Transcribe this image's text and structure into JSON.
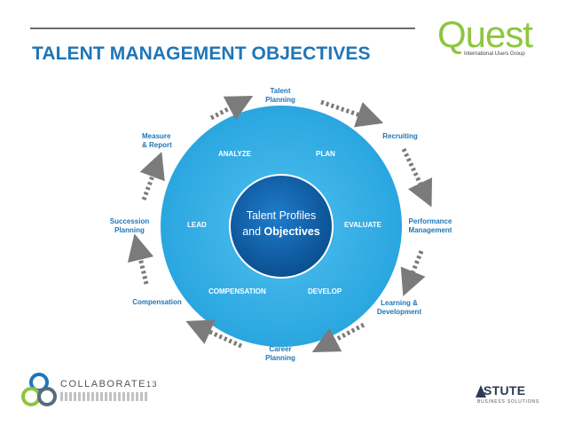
{
  "title": "TALENT MANAGEMENT OBJECTIVES",
  "logos": {
    "quest": {
      "name": "Quest",
      "tagline": "International Users Group"
    },
    "collaborate": {
      "name": "COLLABORATE",
      "year": "13"
    },
    "astute": {
      "name": "STUTE",
      "tagline": "BUSINESS SOLUTIONS"
    }
  },
  "center": {
    "line1": "Talent Profiles",
    "line2_prefix": "and ",
    "line2_bold": "Objectives"
  },
  "ring_labels": {
    "analyze": "ANALYZE",
    "plan": "PLAN",
    "lead": "LEAD",
    "evaluate": "EVALUATE",
    "compensation": "COMPENSATION",
    "develop": "DEVELOP"
  },
  "cycle_labels": {
    "talent_planning": "Talent\nPlanning",
    "recruiting": "Recruiting",
    "performance_management": "Performance\nManagement",
    "learning_development": "Learning &\nDevelopment",
    "career_planning": "Career\nPlanning",
    "compensation": "Compensation",
    "succession_planning": "Succession\nPlanning",
    "measure_report": "Measure\n& Report"
  },
  "colors": {
    "title": "#1f76b6",
    "outer_ring": "#2aa6e0",
    "inner_circle": "#0d5fa6",
    "arrows": "#7b7b7b",
    "quest_brand": "#8dc63f"
  }
}
